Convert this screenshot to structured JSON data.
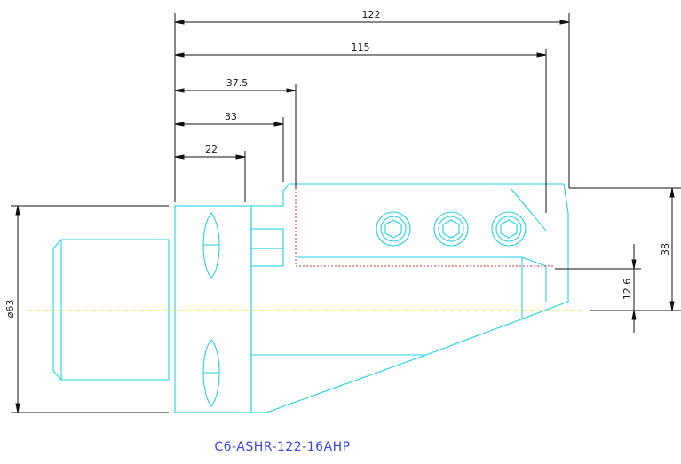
{
  "part_number": "C6-ASHR-122-16AHP",
  "dimensions": {
    "overall_length": "122",
    "length_115": "115",
    "length_37_5": "37.5",
    "length_33": "33",
    "length_22": "22",
    "height_38": "38",
    "offset_12_6": "12.6",
    "shank_diameter": "ø63"
  },
  "colors": {
    "outline": "#22d3e6",
    "dimension": "#111111",
    "centerline": "#e6e61a",
    "hidden_line": "#e63232",
    "title": "#3b45e6"
  }
}
